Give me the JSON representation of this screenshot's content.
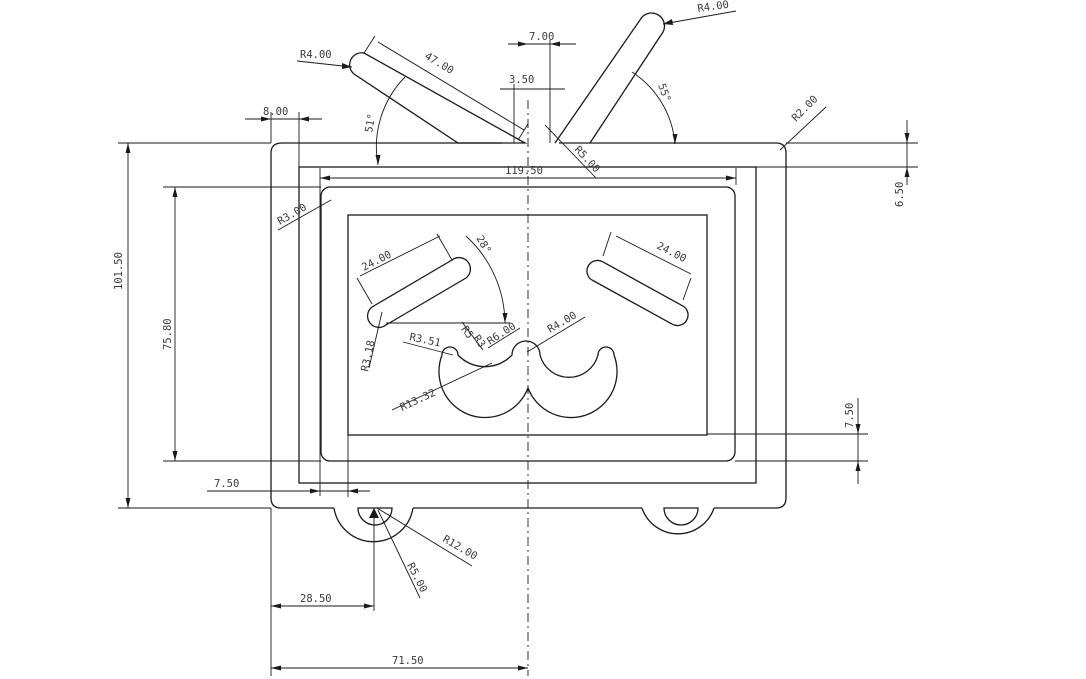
{
  "drawing": {
    "background": "#ffffff",
    "line_color": "#1a1a1a",
    "text_color": "#3a3a3a"
  },
  "dimensions": {
    "overall_width": "119.50",
    "overall_height": "101.50",
    "inner_height": "75.80",
    "top_offset": "6.50",
    "bottom_offset": "7.50",
    "left_margin": "7.50",
    "left_inset": "8.00",
    "wheel_center": "28.50",
    "center_line": "71.50",
    "antenna_length": "47.00",
    "antenna_gap_a": "7.00",
    "antenna_gap_b": "3.50",
    "left_antenna_radius": "R4.00",
    "right_antenna_radius": "R4.00",
    "antenna_fillet": "R5.00",
    "left_antenna_angle": "51°",
    "right_antenna_angle": "55°",
    "corner_radius": "R2.00",
    "screen_radius": "R3.00",
    "eye_left_length": "24.00",
    "eye_right_length": "24.00",
    "eye_angle": "28°",
    "eye_radius": "R3.18",
    "mouth_outer_radius": "R13.32",
    "mouth_small_radius": "R3.51",
    "mouth_center_radius": "R4.00",
    "mouth_tiny_r5": "R5",
    "mouth_tiny_r3": "R3",
    "mouth_r6": "R6.00",
    "wheel_outer_radius": "R12.00",
    "wheel_inner_radius": "R5.00"
  }
}
